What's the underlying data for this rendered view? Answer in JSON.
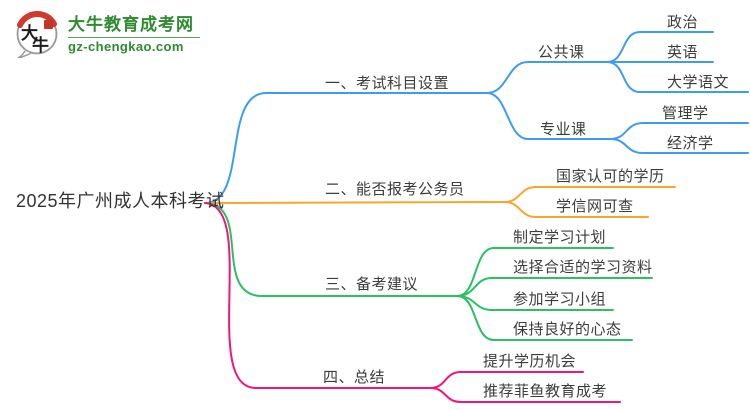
{
  "logo": {
    "icon": "daniu-speech-bubble-logo",
    "title": "大牛教育成考网",
    "domain": "gz-chengkao.com",
    "brand_color": "#2e8b2f"
  },
  "mindmap": {
    "root": {
      "label": "2025年广州成人本科考试"
    },
    "branches": [
      {
        "label": "一、考试科目设置",
        "color": "#3d9cf0",
        "children": [
          {
            "label": "公共课",
            "children": [
              {
                "label": "政治"
              },
              {
                "label": "英语"
              },
              {
                "label": "大学语文"
              }
            ]
          },
          {
            "label": "专业课",
            "children": [
              {
                "label": "管理学"
              },
              {
                "label": "经济学"
              }
            ]
          }
        ]
      },
      {
        "label": "二、能否报考公务员",
        "color": "#f8a62a",
        "children": [
          {
            "label": "国家认可的学历"
          },
          {
            "label": "学信网可查"
          }
        ]
      },
      {
        "label": "三、备考建议",
        "color": "#2cbf63",
        "children": [
          {
            "label": "制定学习计划"
          },
          {
            "label": "选择合适的学习资料"
          },
          {
            "label": "参加学习小组"
          },
          {
            "label": "保持良好的心态"
          }
        ]
      },
      {
        "label": "四、总结",
        "color": "#f1167e",
        "children": [
          {
            "label": "提升学历机会"
          },
          {
            "label": "推荐菲鱼教育成考"
          }
        ]
      }
    ]
  }
}
